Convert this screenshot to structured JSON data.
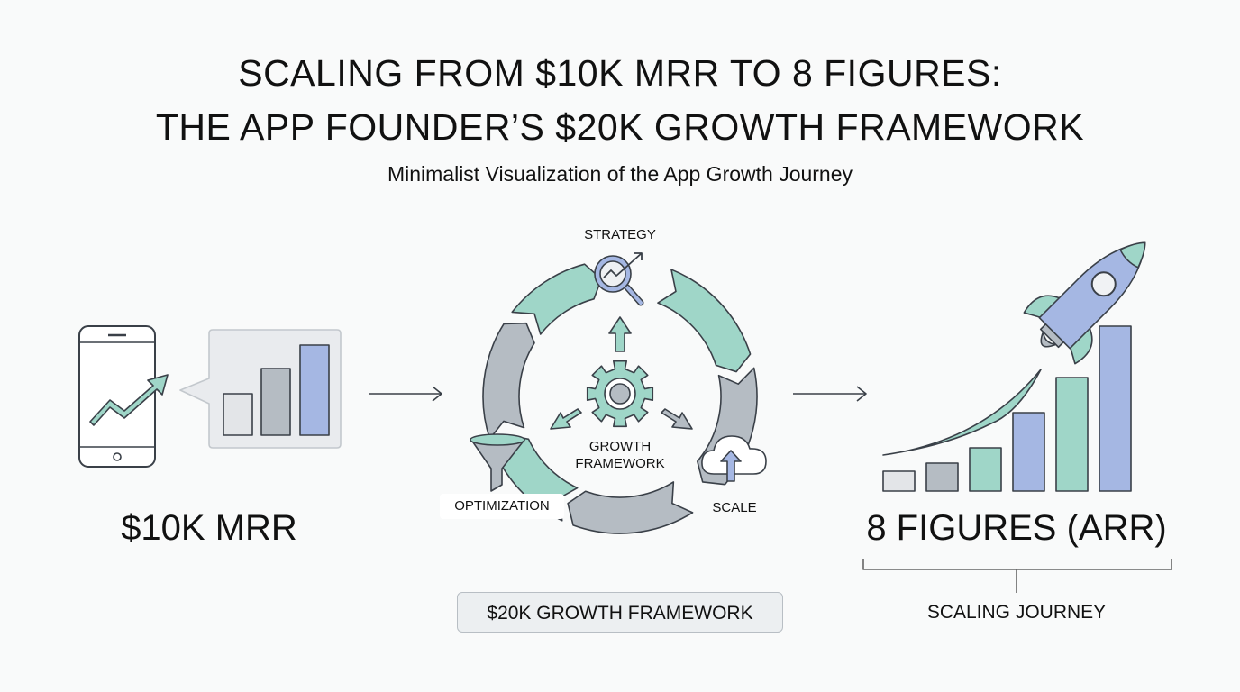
{
  "header": {
    "title_line1": "SCALING FROM $10K MRR TO 8 FIGURES:",
    "title_line2": "THE APP FOUNDER’S $20K GROWTH FRAMEWORK",
    "subtitle": "Minimalist Visualization of the App Growth Journey"
  },
  "start": {
    "label": "$10K MRR",
    "icon": "phone-growth-icon"
  },
  "framework": {
    "center_line1": "GROWTH",
    "center_line2": "FRAMEWORK",
    "strategy": "STRATEGY",
    "optimization": "OPTIMIZATION",
    "scale": "SCALE",
    "box_label": "$20K GROWTH FRAMEWORK"
  },
  "end": {
    "label": "8 FIGURES (ARR)",
    "journey": "SCALING JOURNEY",
    "icon": "rocket-icon"
  },
  "colors": {
    "teal": "#9fd6c8",
    "gray": "#b5bcc3",
    "blue": "#a5b7e3",
    "light": "#e3e5e8",
    "stroke": "#3a4048"
  }
}
